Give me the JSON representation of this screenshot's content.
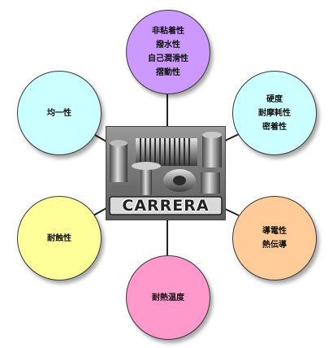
{
  "nodes": {
    "top": {
      "lines": [
        "非粘着性",
        "撥水性",
        "自己潤滑性",
        "摺動性"
      ],
      "color": "#cc99ff"
    },
    "upper_left": {
      "lines": [
        "均一性"
      ],
      "color": "#ccffff"
    },
    "upper_right": {
      "lines": [
        "硬度",
        "耐摩耗性",
        "密着性"
      ],
      "color": "#ccffff"
    },
    "lower_left": {
      "lines": [
        "耐蝕性"
      ],
      "color": "#ffff99"
    },
    "lower_right": {
      "lines": [
        "導電性",
        "熱伝導"
      ],
      "color": "#ffcc99"
    },
    "bottom": {
      "lines": [
        "耐熱温度"
      ],
      "color": "#ff99cc"
    }
  },
  "center": {
    "logo": "CARRERA"
  },
  "colors": {
    "connector": "#222222",
    "outline": "#3a3a3a"
  }
}
